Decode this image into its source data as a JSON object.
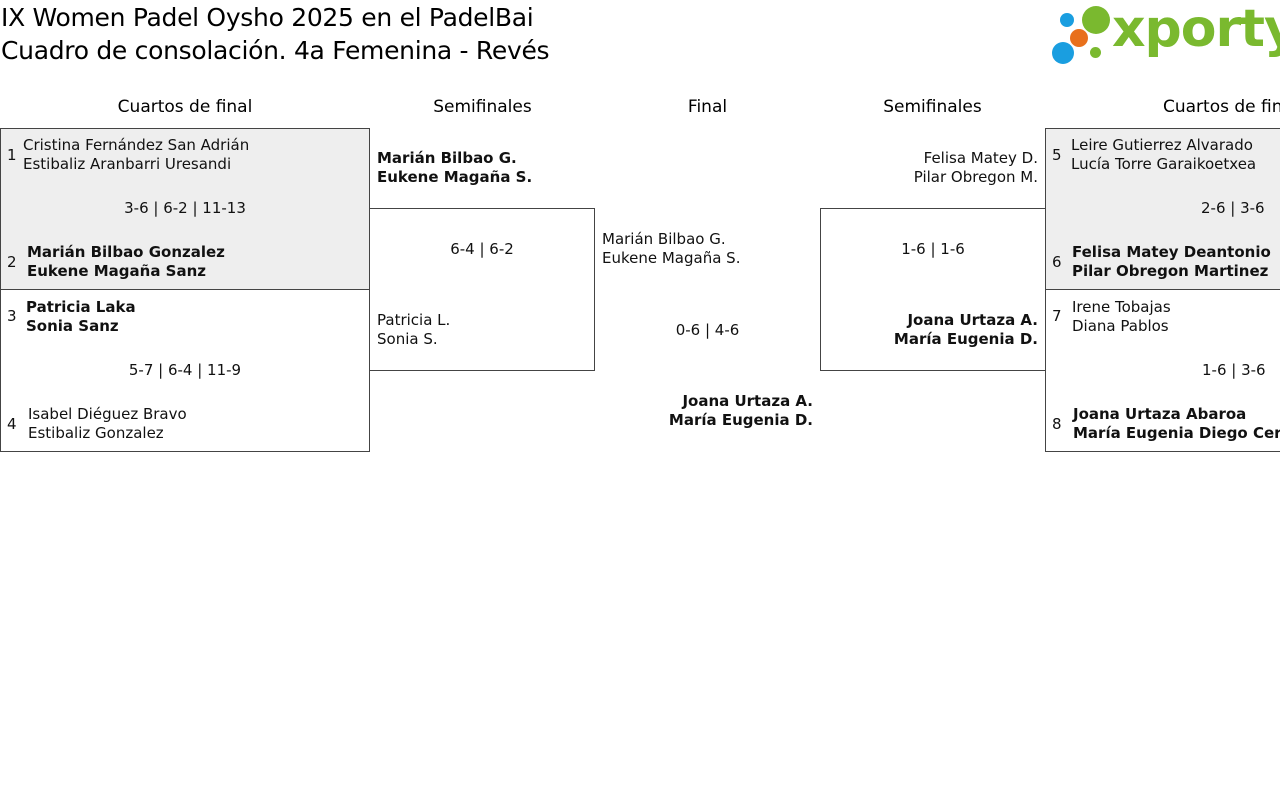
{
  "header": {
    "title_line1": "IX Women Padel Oysho 2025 en el PadelBai",
    "title_line2": "Cuadro de consolación. 4a Femenina - Revés",
    "logo_text": "xporty"
  },
  "rounds": {
    "left_qf": "Cuartos de final",
    "left_sf": "Semifinales",
    "final": "Final",
    "right_sf": "Semifinales",
    "right_qf": "Cuartos de final"
  },
  "quarterfinals": [
    {
      "score": "3-6 | 6-2 | 11-13",
      "top": {
        "seed": "1",
        "p1": "Cristina Fernández San Adrián",
        "p2": "Estibaliz Aranbarri Uresandi"
      },
      "bottom": {
        "seed": "2",
        "p1": "Marián Bilbao Gonzalez",
        "p2": "Eukene Magaña Sanz"
      }
    },
    {
      "score": "5-7 | 6-4 | 11-9",
      "top": {
        "seed": "3",
        "p1": "Patricia Laka",
        "p2": "Sonia Sanz"
      },
      "bottom": {
        "seed": "4",
        "p1": "Isabel Diéguez Bravo",
        "p2": "Estibaliz Gonzalez"
      }
    },
    {
      "score": "2-6 | 3-6",
      "top": {
        "seed": "5",
        "p1": "Leire Gutierrez Alvarado",
        "p2": "Lucía Torre Garaikoetxea"
      },
      "bottom": {
        "seed": "6",
        "p1": "Felisa Matey Deantonio",
        "p2": "Pilar Obregon Martinez"
      }
    },
    {
      "score": "1-6 | 3-6",
      "top": {
        "seed": "7",
        "p1": "Irene Tobajas",
        "p2": "Diana Pablos"
      },
      "bottom": {
        "seed": "8",
        "p1": "Joana Urtaza Abaroa",
        "p2": "María Eugenia Diego Cernadas"
      }
    }
  ],
  "semifinals": {
    "left": {
      "score": "6-4 | 6-2",
      "top": {
        "p1": "Marián Bilbao G.",
        "p2": "Eukene Magaña S."
      },
      "bottom": {
        "p1": "Patricia L.",
        "p2": "Sonia S."
      }
    },
    "right": {
      "score": "1-6 | 1-6",
      "top": {
        "p1": "Felisa Matey D.",
        "p2": "Pilar Obregon M."
      },
      "bottom": {
        "p1": "Joana Urtaza A.",
        "p2": "María Eugenia D."
      }
    }
  },
  "final": {
    "score": "0-6 | 4-6",
    "top": {
      "p1": "Marián Bilbao G.",
      "p2": "Eukene Magaña S."
    },
    "champion": {
      "p1": "Joana Urtaza A.",
      "p2": "María Eugenia D."
    }
  },
  "colors": {
    "logo_green": "#7ab92f",
    "logo_blue": "#1a9ee0",
    "logo_orange": "#e8701c",
    "loser_box_shade": "#eeeeee"
  }
}
